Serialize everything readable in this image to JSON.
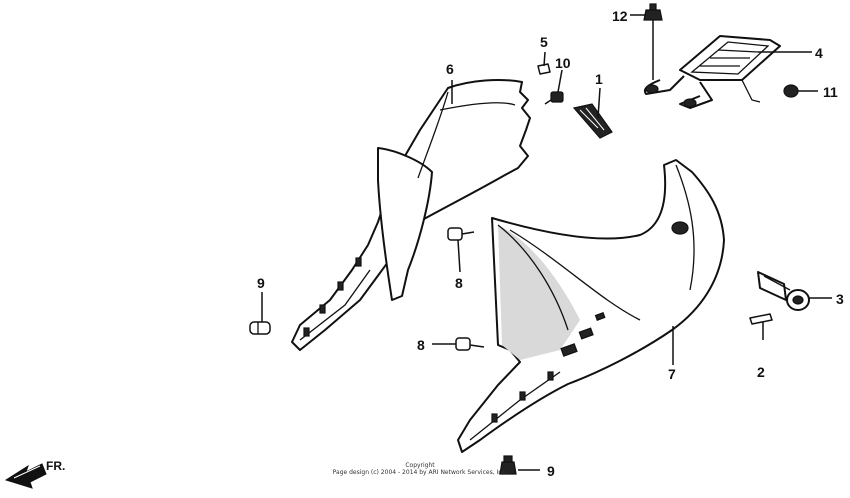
{
  "diagram": {
    "callouts": {
      "c1": "1",
      "c2": "2",
      "c3": "3",
      "c4": "4",
      "c5": "5",
      "c6": "6",
      "c7": "7",
      "c8a": "8",
      "c8b": "8",
      "c9a": "9",
      "c9b": "9",
      "c10": "10",
      "c11": "11",
      "c12": "12"
    },
    "direction_label": "FR.",
    "copyright_line1": "Copyright",
    "copyright_line2": "Page design (c) 2004 - 2014 by ARI Network Services, Inc."
  }
}
